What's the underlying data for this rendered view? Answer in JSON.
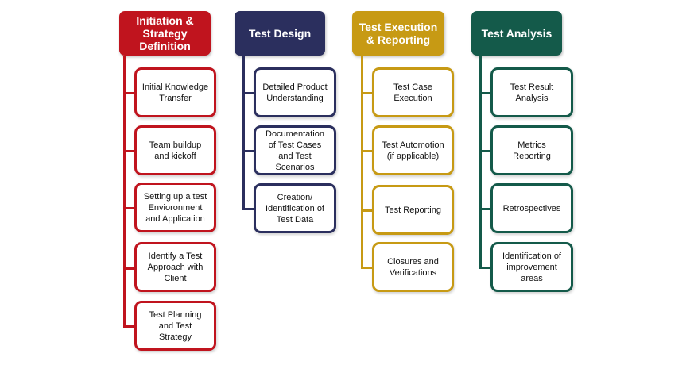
{
  "colors": {
    "initiation": "#c0141e",
    "design": "#2b2f5e",
    "execution": "#c79a14",
    "analysis": "#145a4a"
  },
  "columns": [
    {
      "title": "Initiation & Strategy Definition",
      "items": [
        "Initial Knowledge Transfer",
        "Team buildup and kickoff",
        "Setting up a test Envioronment and Application",
        "Identify a Test Approach with Client",
        "Test Planning and Test Strategy"
      ]
    },
    {
      "title": "Test Design",
      "items": [
        "Detailed Product Understanding",
        "Documentation of Test Cases and Test Scenarios",
        "Creation/ Identification of Test Data"
      ]
    },
    {
      "title": "Test Execution & Reporting",
      "items": [
        "Test Case Execution",
        "Test Automotion (if applicable)",
        "Test Reporting",
        "Closures and Verifications"
      ]
    },
    {
      "title": "Test Analysis",
      "items": [
        "Test Result Analysis",
        "Metrics Reporting",
        "Retrospectives",
        "Identification of improvement areas"
      ]
    }
  ]
}
